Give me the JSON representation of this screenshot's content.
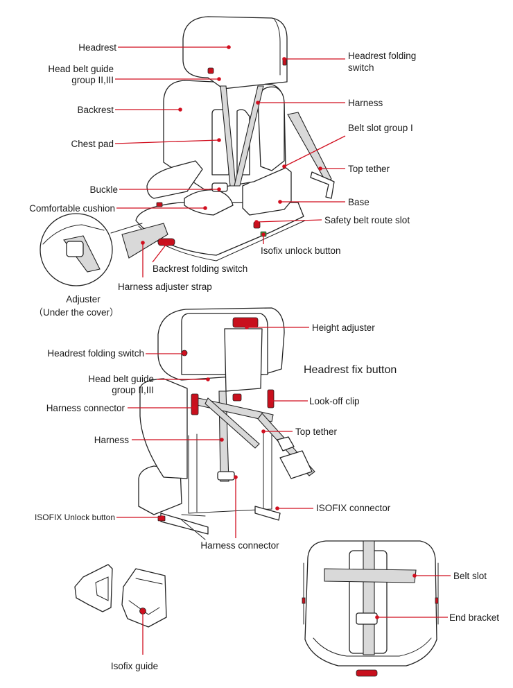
{
  "top_view": {
    "labels": {
      "headrest": "Headrest",
      "head_belt_guide_1": "Head belt guide",
      "head_belt_guide_2": "group II,III",
      "backrest": "Backrest",
      "chest_pad": "Chest pad",
      "buckle": "Buckle",
      "comfortable_cushion": "Comfortable cushion",
      "headrest_folding_switch_1": "Headrest folding",
      "headrest_folding_switch_2": "switch",
      "harness": "Harness",
      "belt_slot_group_1": "Belt slot group I",
      "top_tether": "Top tether",
      "base": "Base",
      "safety_belt_route_slot": "Safety belt route slot",
      "isofix_unlock_button": "Isofix unlock button",
      "backrest_folding_switch": "Backrest folding switch",
      "harness_adjuster_strap": "Harness adjuster strap",
      "adjuster_1": "Adjuster",
      "adjuster_2": "（Under the cover）"
    }
  },
  "rear_view": {
    "labels": {
      "height_adjuster": "Height  adjuster",
      "headrest_folding_switch": "Headrest folding switch",
      "headrest_fix_button": "Headrest fix button",
      "head_belt_guide_1": "Head belt guide",
      "head_belt_guide_2": "group II,III",
      "look_off_clip": "Look-off clip",
      "harness_connector_left": "Harness connector",
      "top_tether": "Top tether",
      "harness": "Harness",
      "isofix_connector": "ISOFIX connector",
      "isofix_unlock_button": "ISOFIX Unlock button",
      "harness_connector_bottom": "Harness connector"
    }
  },
  "bottom_view": {
    "labels": {
      "belt_slot": "Belt slot",
      "end_bracket": "End bracket",
      "isofix_guide": "Isofix guide"
    }
  },
  "colors": {
    "leader": "#d10f1f",
    "accent_red": "#c8101d",
    "accent_green": "#2e9b3a",
    "outline": "#222222"
  }
}
